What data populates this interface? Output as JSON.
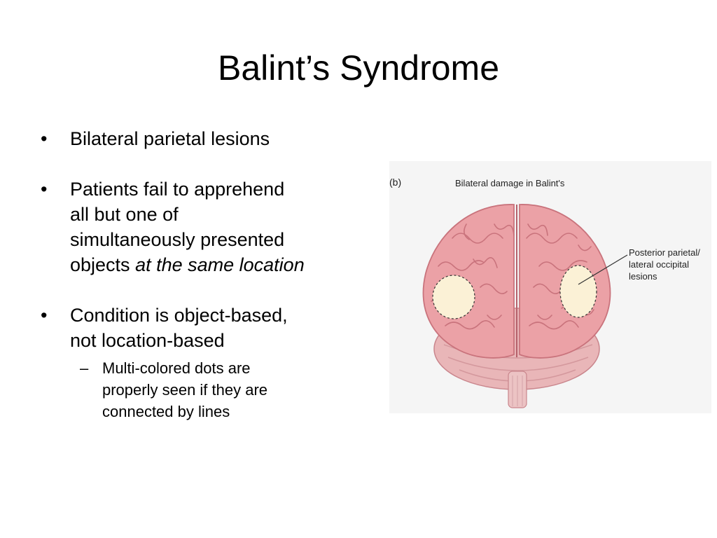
{
  "slide": {
    "title": "Balint’s Syndrome",
    "bullets": [
      {
        "text": "Bilateral parietal lesions"
      },
      {
        "text_lines": [
          "Patients fail to apprehend",
          "all but one of",
          "simultaneously presented"
        ],
        "last_line_plain": "objects ",
        "last_line_italic": "at the same location"
      },
      {
        "text_lines": [
          "Condition is object-based,",
          "not location-based"
        ],
        "sub": {
          "lines": [
            "Multi-colored dots are",
            "properly seen if they are",
            "connected by lines"
          ]
        }
      }
    ],
    "bullet_marker": "•",
    "sub_marker": "–"
  },
  "figure": {
    "panel_letter": "(b)",
    "title": "Bilateral damage in Balint's",
    "callout_lines": [
      "Posterior parietal/",
      "lateral occipital",
      "lesions"
    ],
    "colors": {
      "brain": "#eba1a6",
      "brain_dark": "#c9737c",
      "lesion": "#fbf1d6",
      "background": "#f5f5f5"
    }
  }
}
